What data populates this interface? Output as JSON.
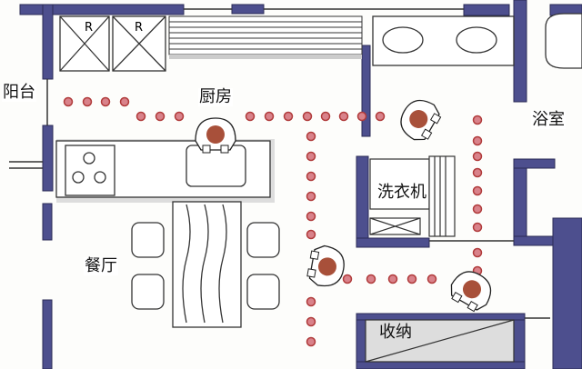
{
  "labels": {
    "balcony": "阳台",
    "kitchen": "厨房",
    "bathroom": "浴室",
    "washing_machine": "洗衣机",
    "dining": "餐厅",
    "storage": "收纳"
  },
  "fridge_marks": [
    "R",
    "R"
  ],
  "colors": {
    "wall": "#4d4f8e",
    "dot": "#d9828a",
    "dot_stroke": "#b03a3a",
    "head": "#a8503a"
  }
}
